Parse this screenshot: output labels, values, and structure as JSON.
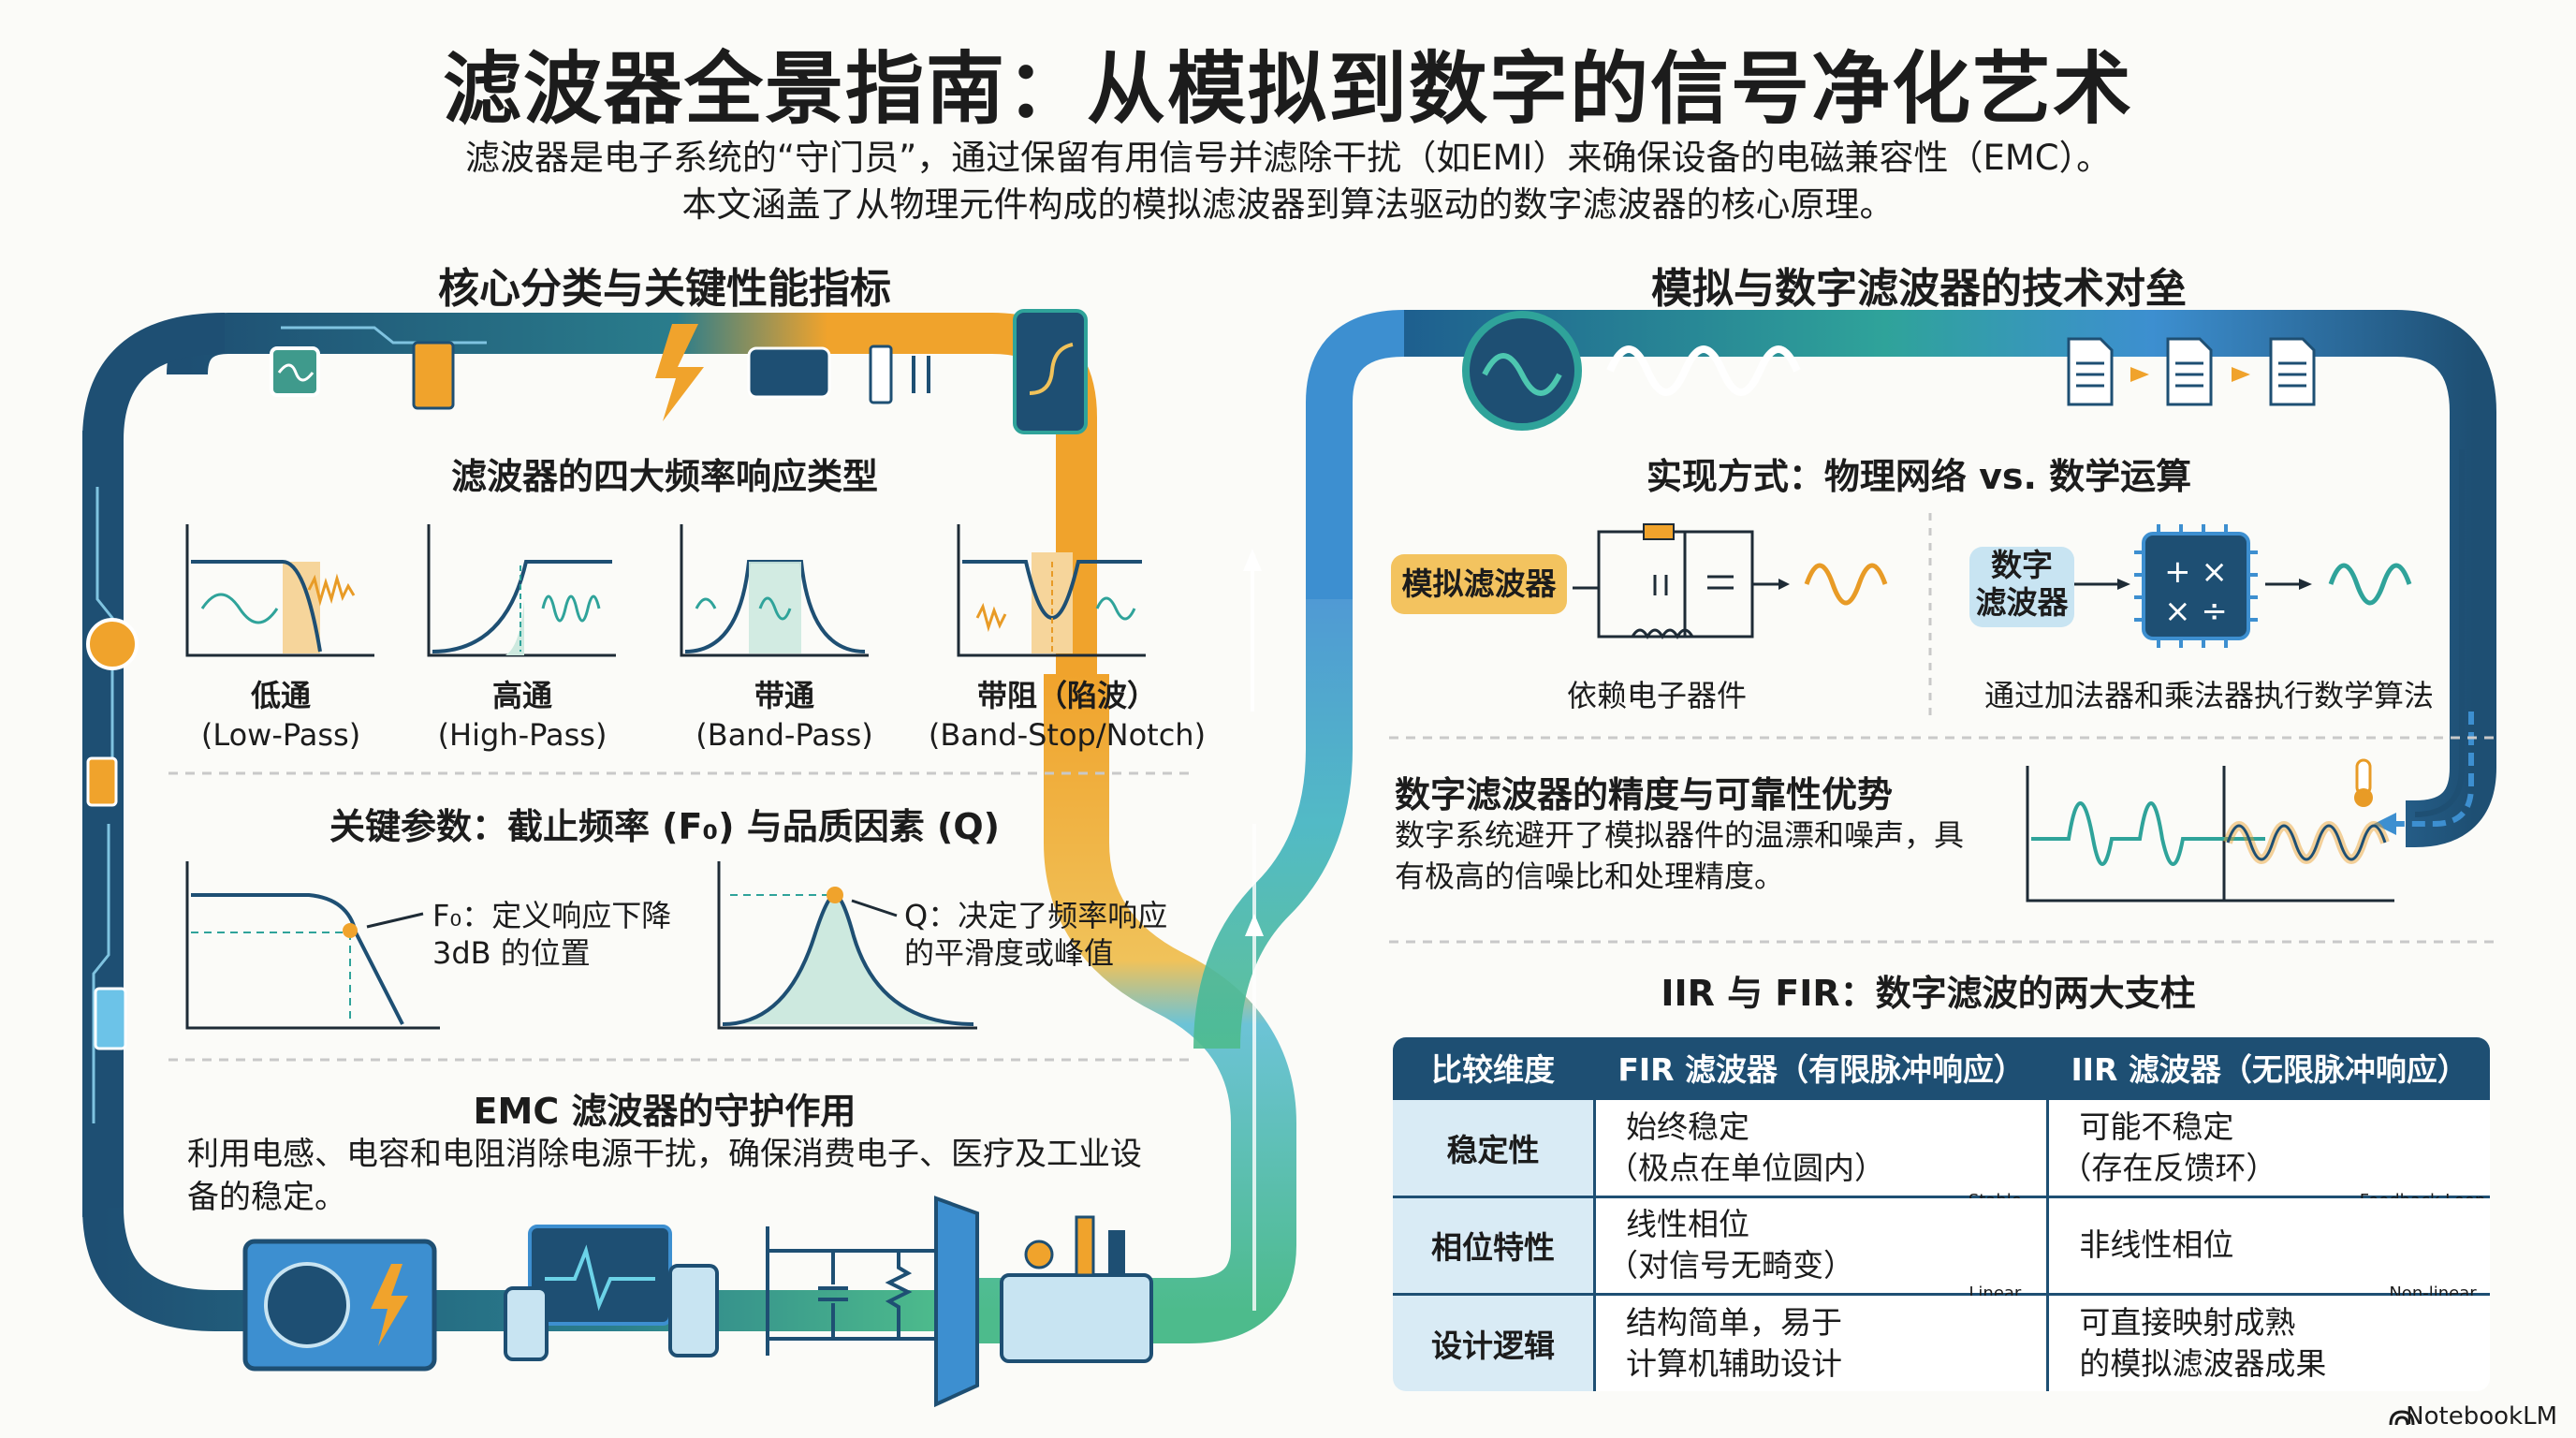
{
  "title": "滤波器全景指南：从模拟到数字的信号净化艺术",
  "subtitle_line1": "滤波器是电子系统的“守门员”，通过保留有用信号并滤除干扰（如EMI）来确保设备的电磁兼容性（EMC）。",
  "subtitle_line2": "本文涵盖了从物理元件构成的模拟滤波器到算法驱动的数字滤波器的核心原理。",
  "left": {
    "heading": "核心分类与关键性能指标",
    "types_heading": "滤波器的四大频率响应类型",
    "types": [
      {
        "name": "低通",
        "en": "(Low-Pass)"
      },
      {
        "name": "高通",
        "en": "(High-Pass)"
      },
      {
        "name": "带通",
        "en": "(Band-Pass)"
      },
      {
        "name": "带阻（陷波）",
        "en": "(Band-Stop/Notch)"
      }
    ],
    "params_heading": "关键参数：截止频率 (F₀) 与品质因素 (Q)",
    "f0_label": "F₀：定义响应下降",
    "f0_label2": "3dB 的位置",
    "q_label": "Q：决定了频率响应",
    "q_label2": "的平滑度或峰值",
    "emc_heading": "EMC 滤波器的守护作用",
    "emc_text1": "利用电感、电容和电阻消除电源干扰，确保消费电子、医疗及工业设",
    "emc_text2": "备的稳定。"
  },
  "right": {
    "heading": "模拟与数字滤波器的技术对垒",
    "impl_heading": "实现方式：物理网络 vs. 数学运算",
    "analog_tag": "模拟滤波器",
    "analog_caption": "依赖电子器件",
    "digital_tag1": "数字",
    "digital_tag2": "滤波器",
    "digital_caption": "通过加法器和乘法器执行数学算法",
    "adv_heading": "数字滤波器的精度与可靠性优势",
    "adv_text1": "数字系统避开了模拟器件的温漂和噪声，具",
    "adv_text2": "有极高的信噪比和处理精度。",
    "iir_heading": "IIR 与 FIR：数字滤波的两大支柱",
    "table": {
      "headers": [
        "比较维度",
        "FIR 滤波器（有限脉冲响应）",
        "IIR 滤波器（无限脉冲响应）"
      ],
      "rows": [
        {
          "k": "稳定性",
          "fir1": "始终稳定",
          "fir2": "（极点在单位圆内）",
          "fir_icon": "Stable",
          "iir1": "可能不稳定",
          "iir2": "（存在反馈环）",
          "iir_icon": "Feedback Loop"
        },
        {
          "k": "相位特性",
          "fir1": "线性相位",
          "fir2": "（对信号无畸变）",
          "fir_icon": "Linear",
          "iir1": "非线性相位",
          "iir2": "",
          "iir_icon": "Non-linear"
        },
        {
          "k": "设计逻辑",
          "fir1": "结构简单，易于",
          "fir2": "计算机辅助设计",
          "fir_icon": "",
          "iir1": "可直接映射成熟",
          "iir2": "的模拟滤波器成果",
          "iir_icon": ""
        }
      ]
    }
  },
  "brand": "NotebookLM",
  "colors": {
    "navy": "#1e4f73",
    "teal": "#2fa39a",
    "green": "#4dbb8c",
    "orange": "#f0a32c",
    "blue": "#3d8fd0"
  }
}
